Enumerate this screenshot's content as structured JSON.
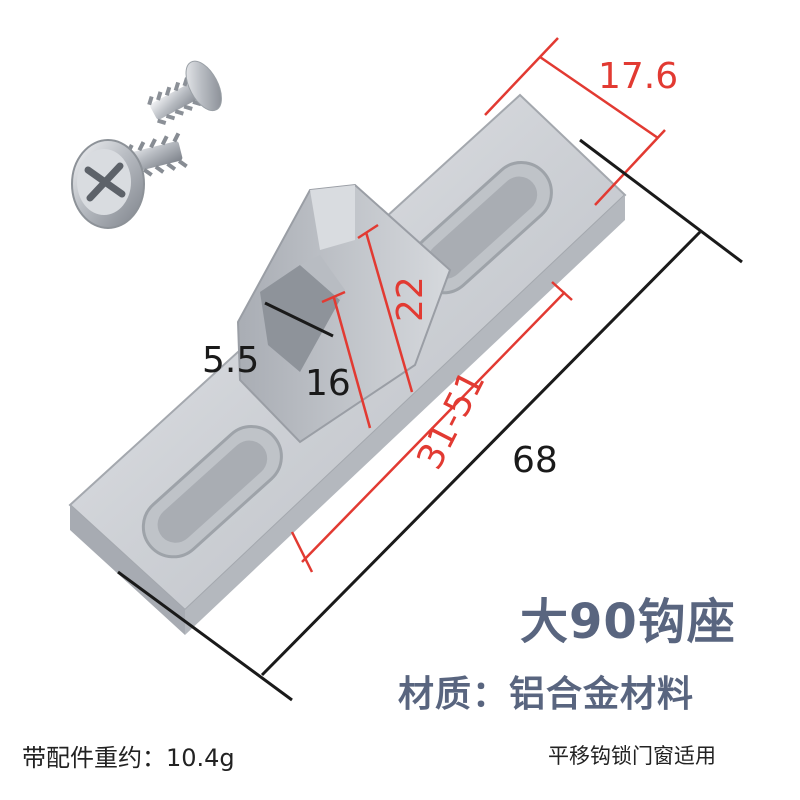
{
  "product": {
    "title": "大90钩座",
    "material": "材质：铝合金材料",
    "weight": "带配件重约：10.4g",
    "usage": "平移钩锁门窗适用"
  },
  "dimensions": {
    "width": "17.6",
    "length": "68",
    "hook_spacing": "31-51",
    "height": "22",
    "depth": "16",
    "slot": "5.5"
  },
  "colors": {
    "dimension_red": "#e23a32",
    "text_slate": "#59657f",
    "aluminum": "#c9ccd1"
  },
  "icons": [
    "screws-icon",
    "hook-seat-icon"
  ]
}
